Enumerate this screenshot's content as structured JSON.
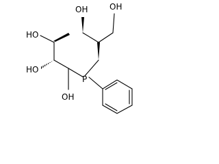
{
  "molecule": {
    "atom_labels": {
      "oh_top": "OH",
      "ch2oh": "OH",
      "oh_left": "HO",
      "oh_lower_left": "HO",
      "oh_bottom": "OH",
      "phosphorus": "P"
    }
  }
}
